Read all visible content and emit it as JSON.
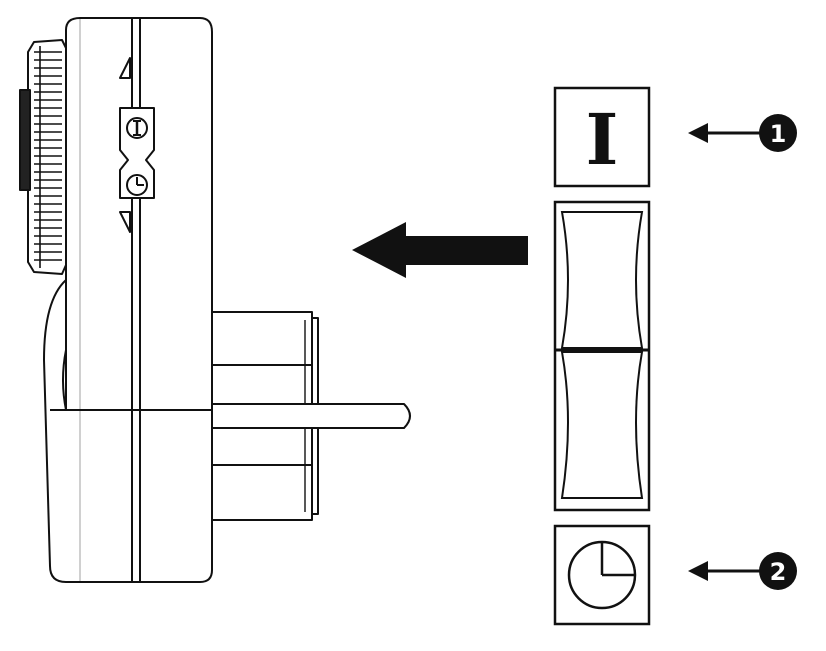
{
  "legend": {
    "on_symbol": "I",
    "callouts": [
      {
        "number": "1",
        "points_to": "on-symbol"
      },
      {
        "number": "2",
        "points_to": "timer-symbol"
      }
    ]
  },
  "device": {
    "switch_positions": [
      "on-icon",
      "timer-clock-icon"
    ]
  },
  "colors": {
    "line": "#111111",
    "fill": "#ffffff"
  }
}
